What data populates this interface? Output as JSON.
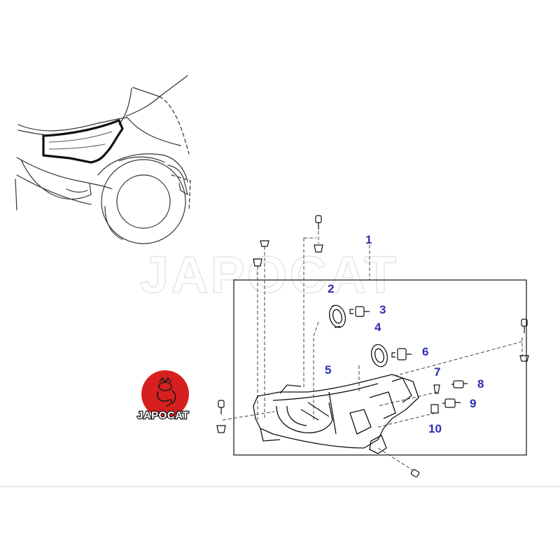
{
  "watermark": "JAPOCAT",
  "logo": {
    "text": "JAPOCAT",
    "color": "#d81f1f"
  },
  "callout_color": "#2d2db3",
  "callouts": [
    "1",
    "2",
    "3",
    "4",
    "5",
    "6",
    "7",
    "8",
    "9",
    "10"
  ]
}
